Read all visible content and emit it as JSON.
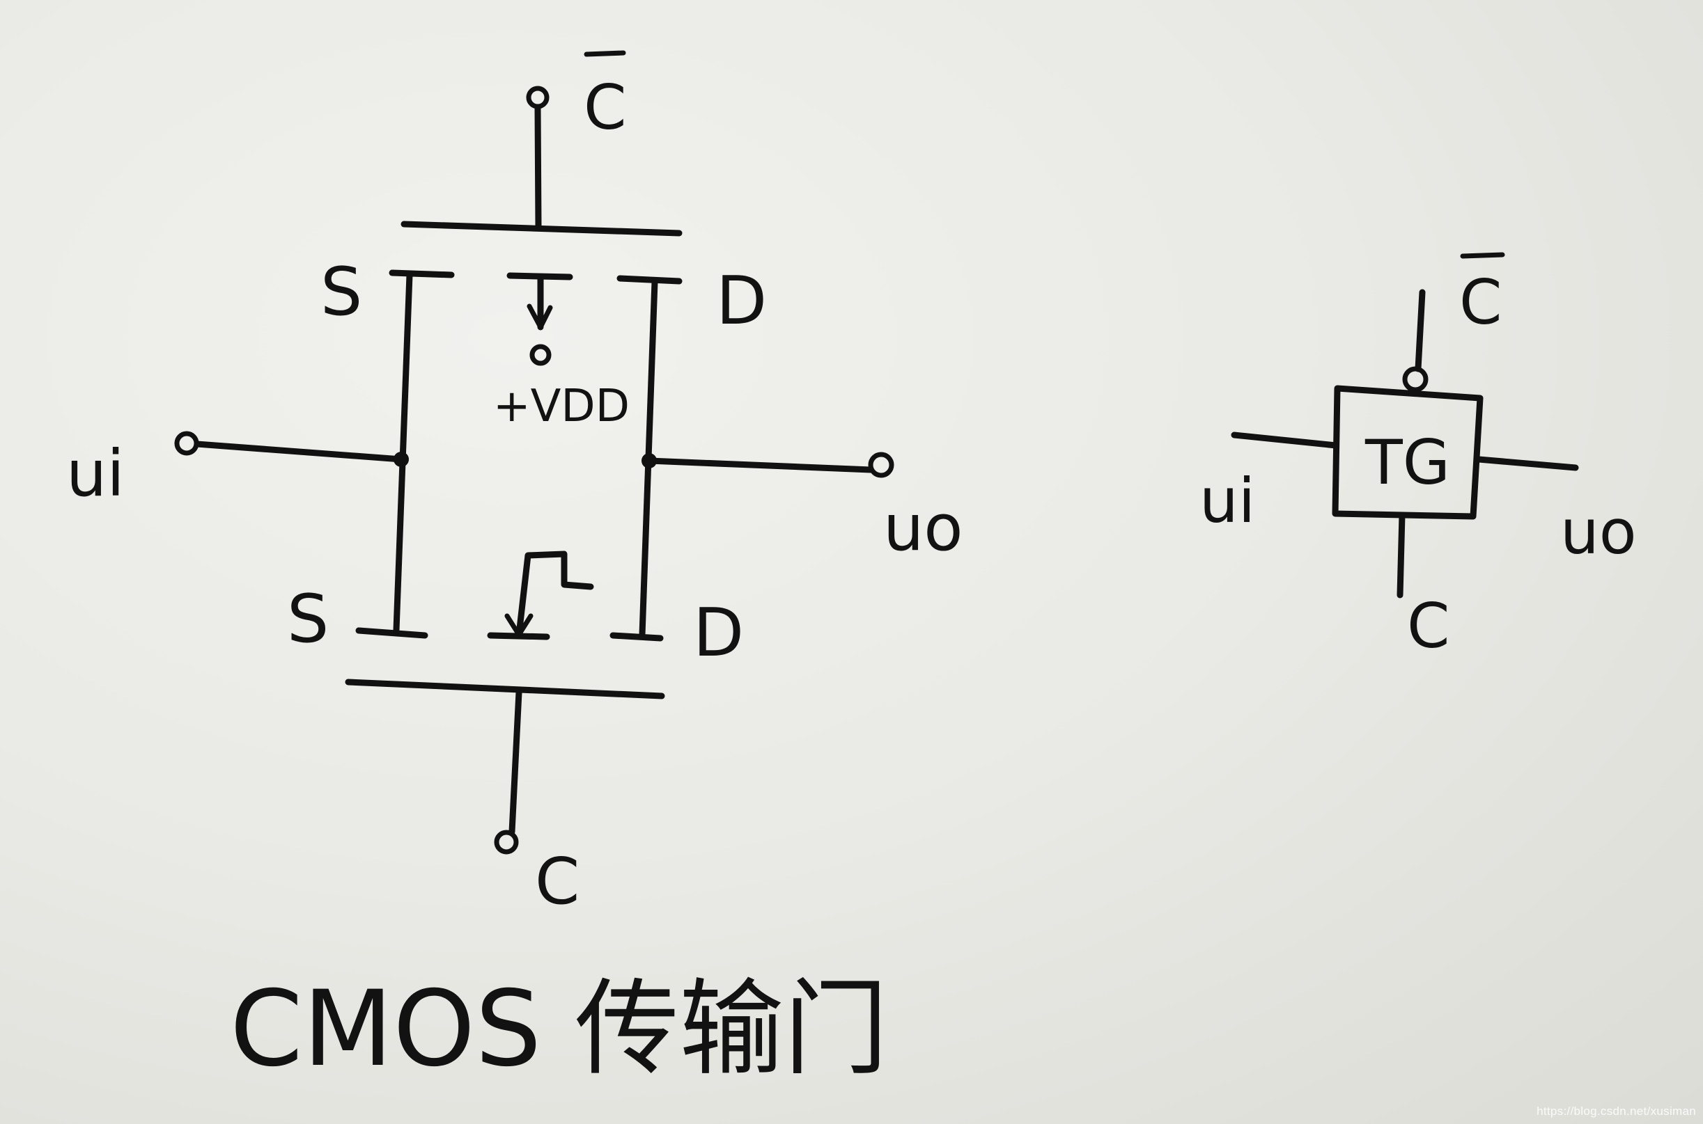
{
  "cmos_circuit": {
    "labels": {
      "c_bar_top": "C",
      "source_top": "S",
      "drain_top": "D",
      "vdd": "+VDD",
      "input": "ui",
      "output": "uo",
      "source_bottom": "S",
      "drain_bottom": "D",
      "c_bottom": "C"
    }
  },
  "tg_symbol": {
    "box_label": "TG",
    "c_bar": "C",
    "input": "ui",
    "output": "uo",
    "c": "C"
  },
  "caption": "CMOS 传输门",
  "watermark": "https://blog.csdn.net/xusiman"
}
